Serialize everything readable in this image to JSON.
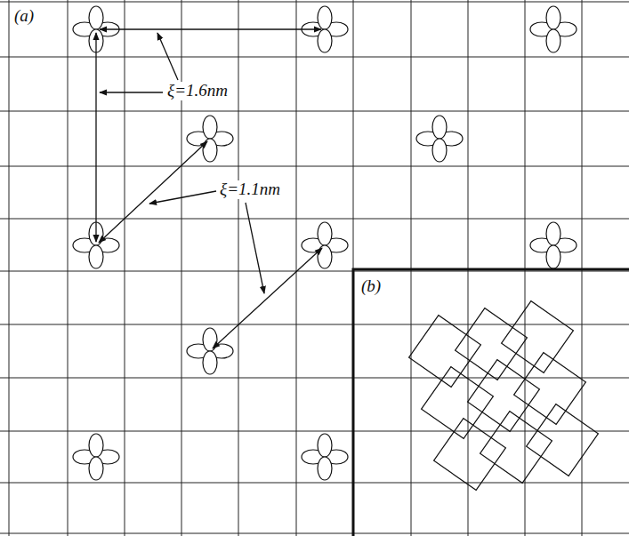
{
  "diagram": {
    "labels": [
      "(a)",
      "ξ=1.6nm",
      "ξ=1.1nm",
      "(b)"
    ]
  }
}
